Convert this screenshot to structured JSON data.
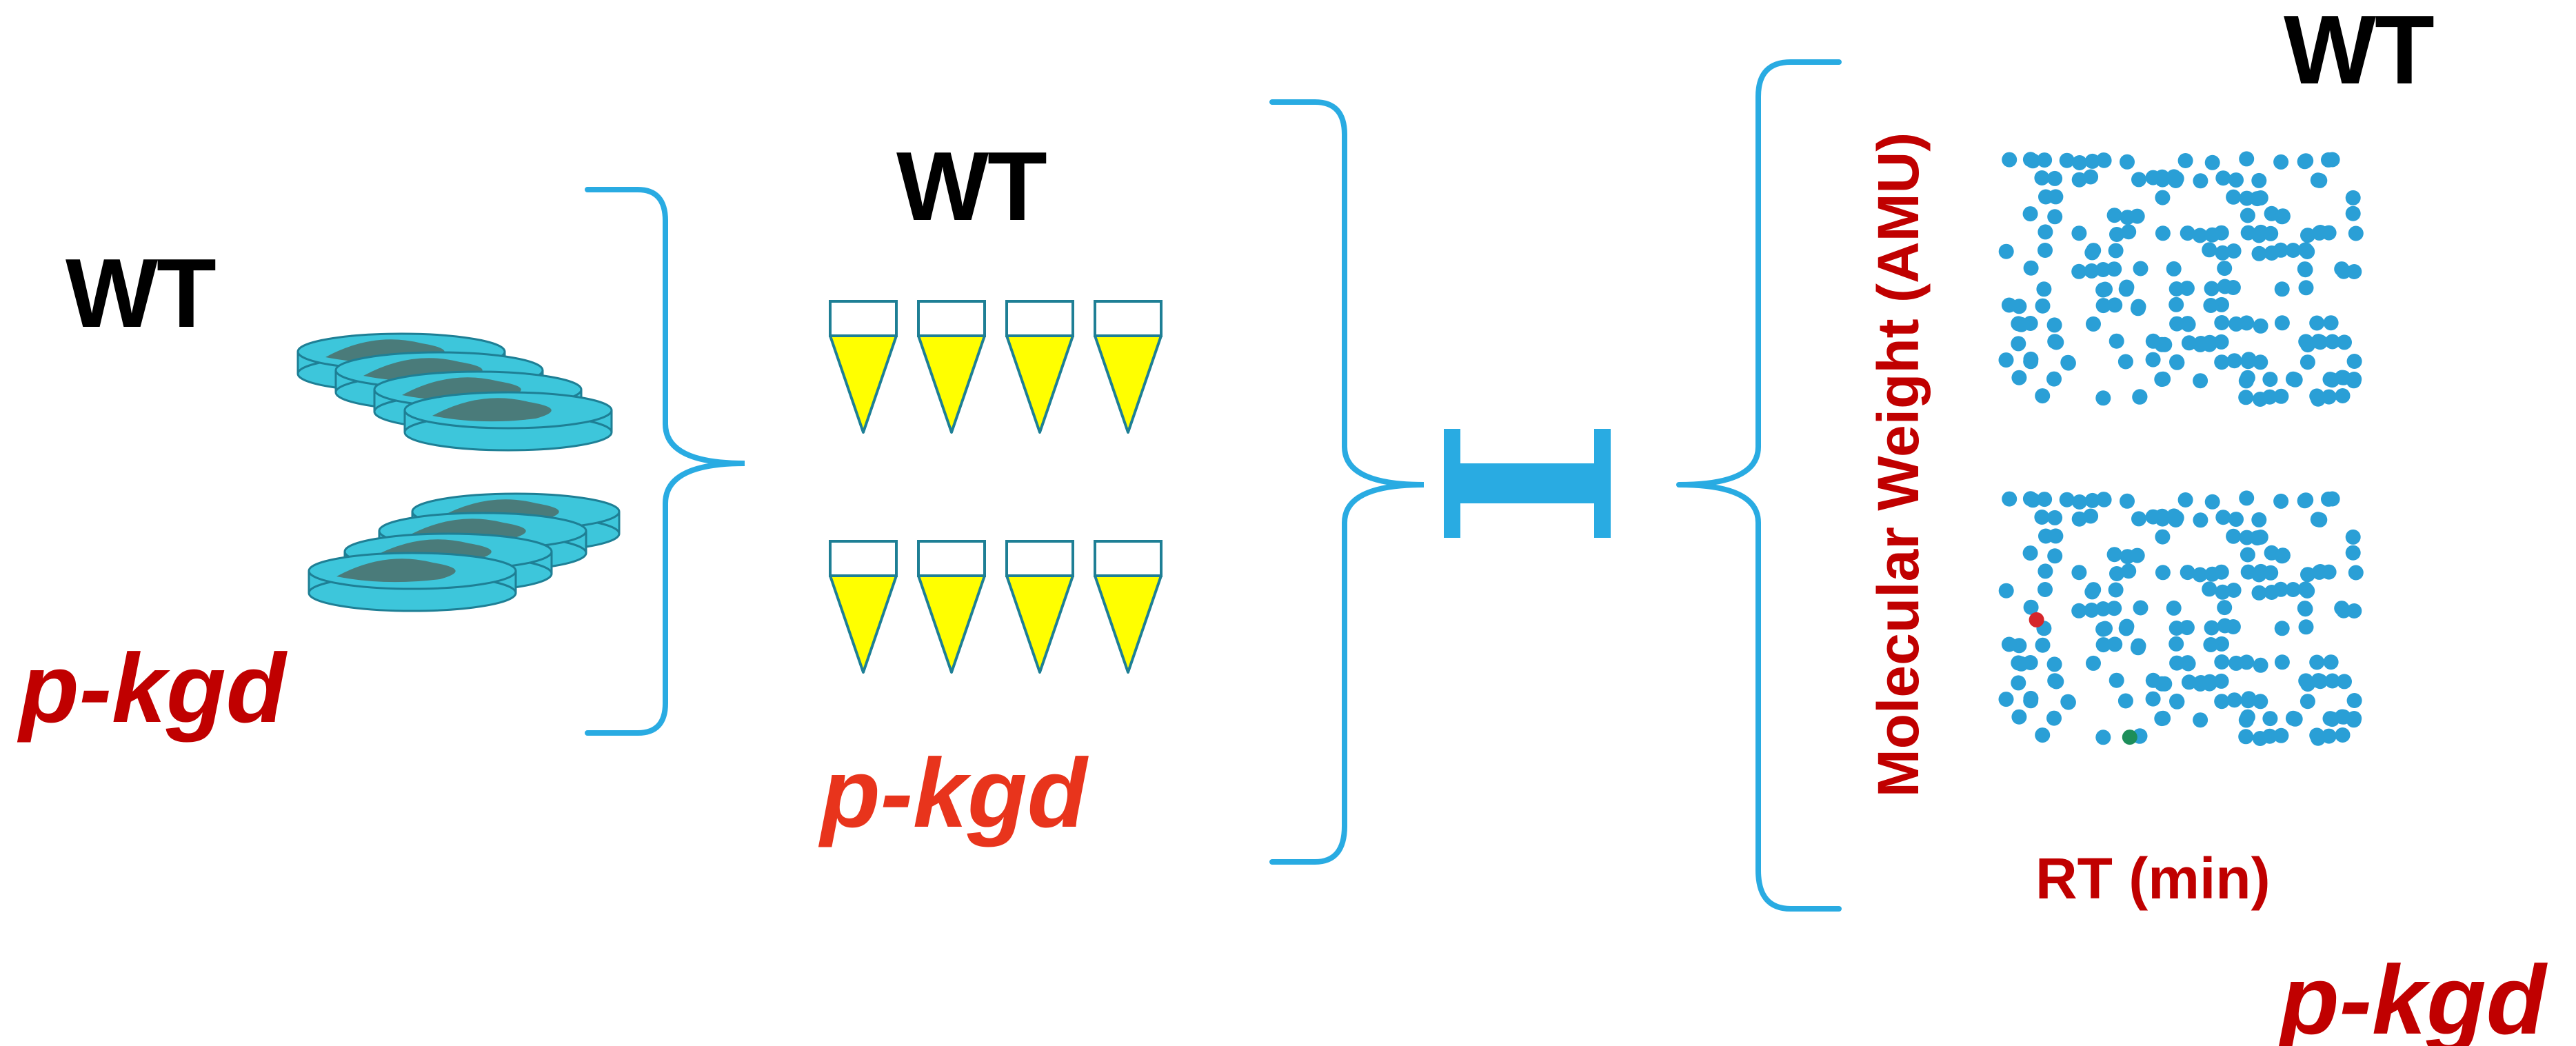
{
  "colors": {
    "accent": "#29ABE2",
    "dish_fill": "#3DC6DB",
    "dish_stroke": "#1E7F95",
    "cells": "#4A7B7A",
    "tube_fill": "#FFFF00",
    "kgd_dark_red": "#C00000",
    "kgd_red": "#E8341C",
    "ms_dot": "#2A9FD6",
    "ms_dot_red": "#D6252A",
    "ms_dot_green": "#1D8E5A"
  },
  "stage1": {
    "wt_label": "WT",
    "kgd_label": "p-kgd"
  },
  "stage2": {
    "wt_label": "WT",
    "kgd_label": "p-kgd"
  },
  "stage4": {
    "wt_label": "WT",
    "kgd_label": "p-kgd",
    "y_axis_label": "Molecular Weight (AMU)",
    "x_axis_label": "RT (min)"
  },
  "icons": [
    "culture-dish-icon",
    "sample-tube-icon",
    "lc-column-icon",
    "bracket-icon",
    "ms-feature-map-icon"
  ]
}
